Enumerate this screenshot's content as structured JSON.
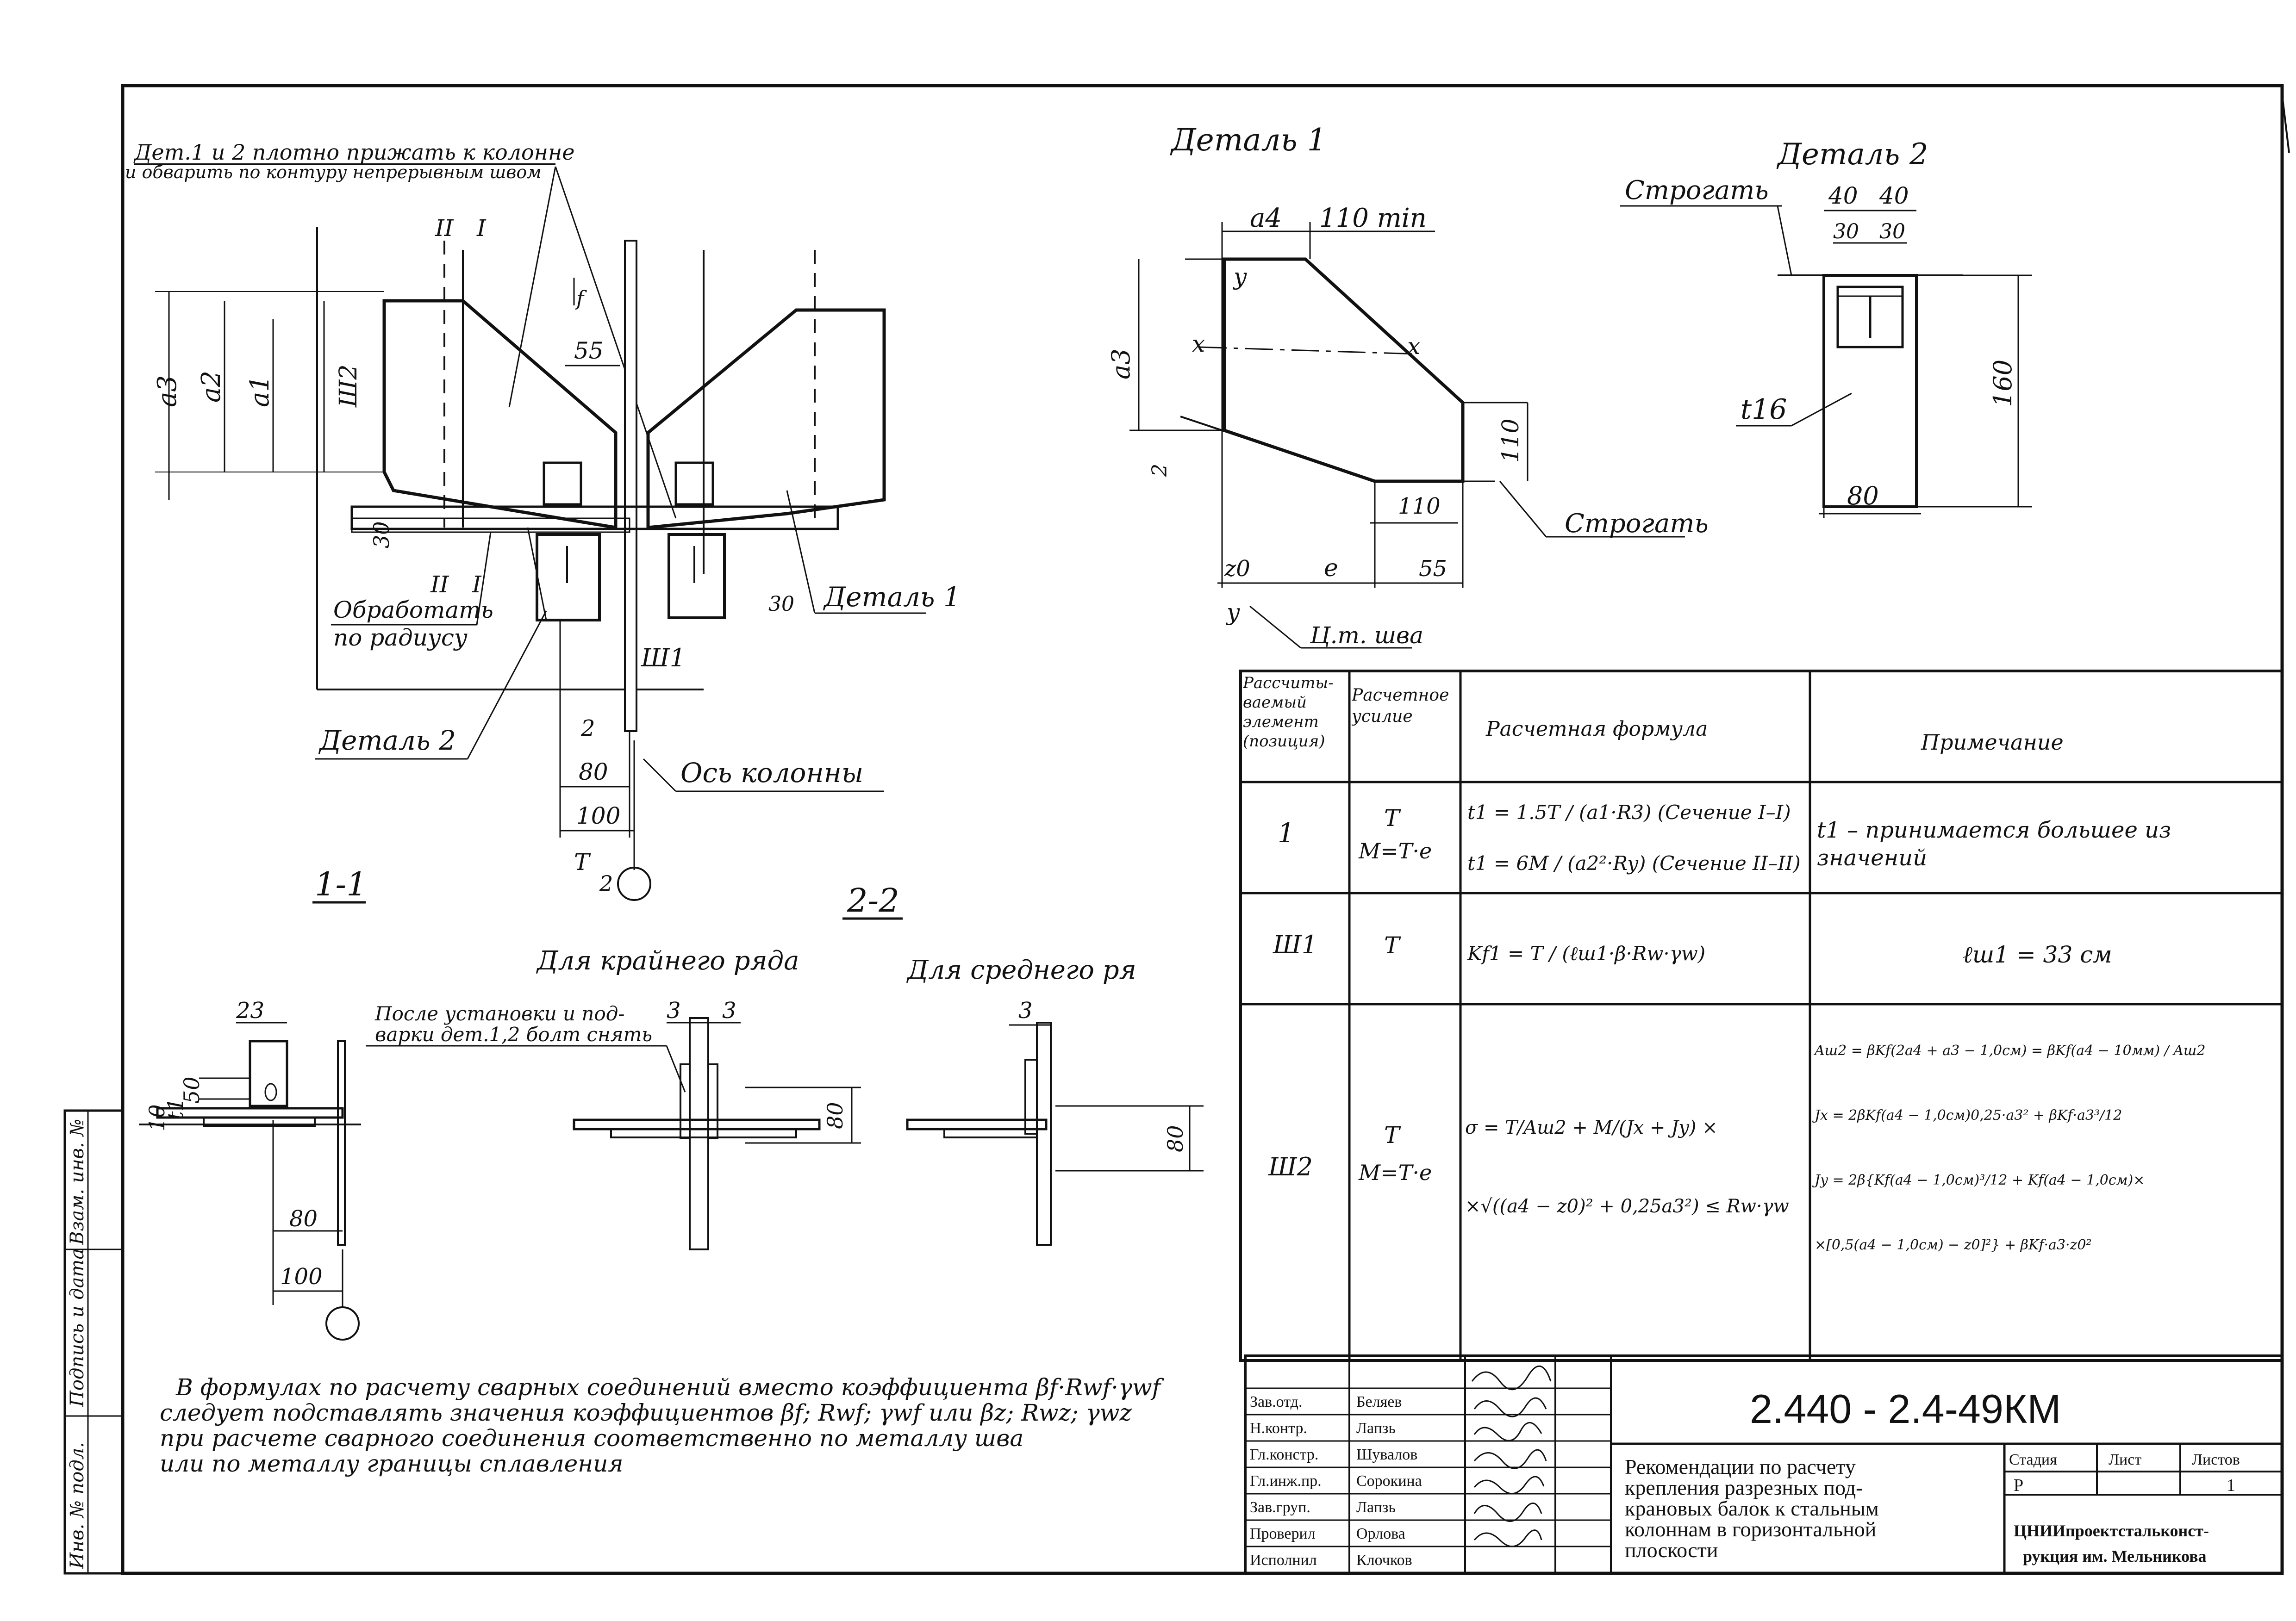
{
  "sheet": {
    "sheet_code": "2.440 - 2.4-49КМ",
    "title": "Рекомендации по расчету крепления разрезных подкрановых балок к стальным колоннам в горизонтальной плоскости",
    "title_lines": [
      "Рекомендации по расчету",
      "крепления разрезных под-",
      "крановых балок к стальным",
      "колоннам в горизонтальной",
      "плоскости"
    ],
    "organization_lines": [
      "ЦНИИпроектстальконст-",
      "рукция им. Мельникова"
    ],
    "stage_header": "Стадия",
    "sheet_header": "Лист",
    "sheets_header": "Листов",
    "stage_value": "Р",
    "sheets_value": "1"
  },
  "signatures": [
    {
      "role": "Зав.отд.",
      "name": "Беляев"
    },
    {
      "role": "Н.контр.",
      "name": "Лапзь"
    },
    {
      "role": "Гл.констр.",
      "name": "Шувалов"
    },
    {
      "role": "Гл.инж.пр.",
      "name": "Сорокина"
    },
    {
      "role": "Зав.груп.",
      "name": "Лапзь"
    },
    {
      "role": "Проверил",
      "name": "Орлова"
    },
    {
      "role": "Исполнил",
      "name": "Клочков"
    }
  ],
  "side_stamp": {
    "inv_no": "Инв. № подл.",
    "sign_date": "Подпись и дата",
    "replace_inv": "Взам. инв. №"
  },
  "main_view": {
    "note_lines": [
      "Дет.1 и 2 плотно прижать к колонне",
      "и обварить по контуру непрерывным швом"
    ],
    "section_1": "I",
    "section_2": "II",
    "dim_a3": "a3",
    "dim_a2": "a2",
    "dim_a1": "a1",
    "dim_sh2": "Ш2",
    "dim_f": "f",
    "dim_55": "55",
    "dim_30a": "30",
    "dim_30b": "30",
    "dim_2": "2",
    "dim_80": "80",
    "dim_100": "100",
    "dim_T": "T",
    "dim_2b": "2",
    "sh1": "Ш1",
    "process_lines": [
      "Обработать",
      "по радиусу"
    ],
    "detail2_label": "Деталь 2",
    "detail1_label": "Деталь 1",
    "column_axis": "Ось колонны"
  },
  "detail1": {
    "title": "Деталь 1",
    "dim_a4": "a4",
    "dim_110min": "110 min",
    "y_top": "y",
    "y_bottom": "y",
    "x_left": "x",
    "x_right": "x",
    "dim_a3": "a3",
    "dim_110v": "110",
    "dim_110h": "110",
    "dim_55": "55",
    "dim_z0": "z0",
    "dim_e": "e",
    "dim_2": "2",
    "plane": "Строгать",
    "weld_center": "Ц.т. шва"
  },
  "detail2": {
    "title": "Деталь 2",
    "plane": "Строгать",
    "dim_40a": "40",
    "dim_40b": "40",
    "dim_30a": "30",
    "dim_30b": "30",
    "dim_160": "160",
    "dim_80": "80",
    "thickness": "t16"
  },
  "sections": {
    "s11": "1-1",
    "s22": "2-2",
    "outer_row": "Для крайнего ряда",
    "middle_row": "Для среднего ря",
    "note_lines": [
      "После установки и под-",
      "варки дет.1,2 болт снять"
    ],
    "dim_23": "23",
    "dim_50": "50",
    "dim_10": "10",
    "dim_t1": "t1",
    "dim_80": "80",
    "dim_100": "100",
    "dim_3a": "3",
    "dim_3b": "3",
    "dim_3c": "3",
    "dim_80b": "80",
    "dim_80c": "80"
  },
  "calc_table": {
    "headers": [
      "Рассчиты-ваемый элемент (позиция)",
      "Расчетное усилие",
      "Расчетная формула",
      "Примечание"
    ],
    "rows": [
      {
        "element": "1",
        "force": [
          "T",
          "M=T·e"
        ],
        "formula": [
          "t1 = 1.5T / (a1·R3)  (Сечение I–I)",
          "t1 = 6M / (a2²·Ry)  (Сечение II–II)"
        ],
        "note": [
          "t1 – принимается большее из",
          "значений"
        ]
      },
      {
        "element": "Ш1",
        "force": [
          "T"
        ],
        "formula": [
          "Kf1 = T / (ℓш1·β·Rw·γw)"
        ],
        "note": [
          "ℓш1 = 33 см"
        ]
      },
      {
        "element": "Ш2",
        "force": [
          "T",
          "M=T·e"
        ],
        "formula": [
          "σ = T/Aш2 + M/(Jx + Jy) ×",
          "×√((a4 − z0)² + 0,25a3²) ≤ Rw·γw"
        ],
        "note": [
          "Aш2 = βKf(2a4 + a3 − 1,0см) = βKf(a4 − 10мм) / Aш2",
          "Jx = 2βKf(a4 − 1,0см)0,25·a3² + βKf·a3³/12",
          "Jy = 2β{Kf(a4 − 1,0см)³/12 + Kf(a4 − 1,0см)×",
          "×[0,5(a4 − 1,0см) − z0]²} + βKf·a3·z0²"
        ]
      }
    ]
  },
  "footnote_lines": [
    "В формулах по расчету сварных соединений вместо коэффициента βf·Rwf·γwf",
    "следует подставлять значения коэффициентов βf; Rwf; γwf или βz; Rwz; γwz",
    "при расчете сварного соединения соответственно по металлу шва",
    "или по металлу границы сплавления"
  ]
}
